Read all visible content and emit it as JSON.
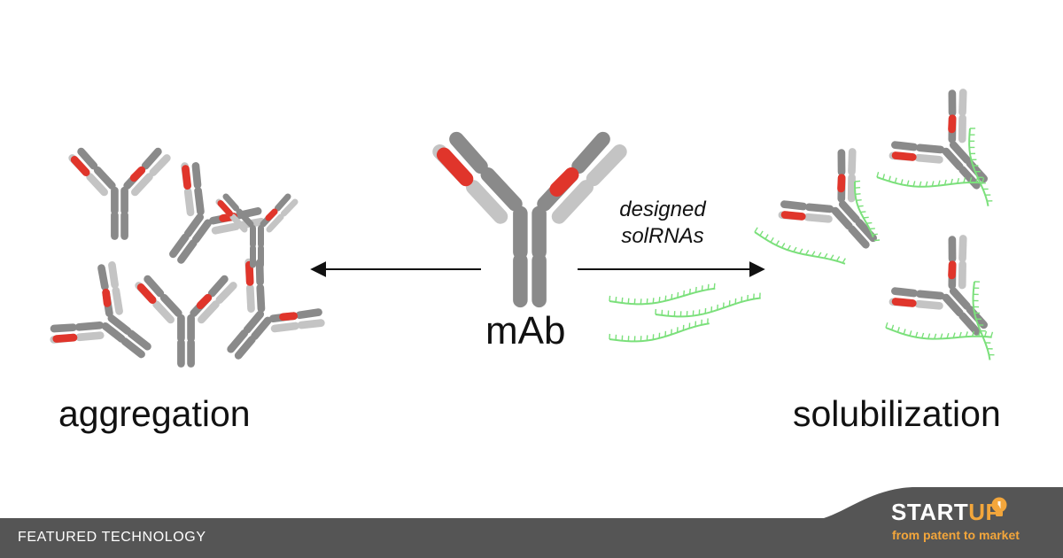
{
  "figure": {
    "left_label": "aggregation",
    "center_label": "mAb",
    "arrow_label_line1": "designed",
    "arrow_label_line2": "solRNAs",
    "right_label": "solubilization"
  },
  "footer": {
    "caption": "FEATURED TECHNOLOGY",
    "brand_part1": "START",
    "brand_part2": "UP",
    "tagline": "from patent to market"
  },
  "colors": {
    "heavy_chain": "#8a8a8a",
    "light_chain": "#c4c4c4",
    "variable_region": "#e0352b",
    "rna": "#7be07b",
    "footer_bg": "#555555",
    "brand_accent": "#f3a63b"
  },
  "icons": [
    "bulb-icon"
  ]
}
